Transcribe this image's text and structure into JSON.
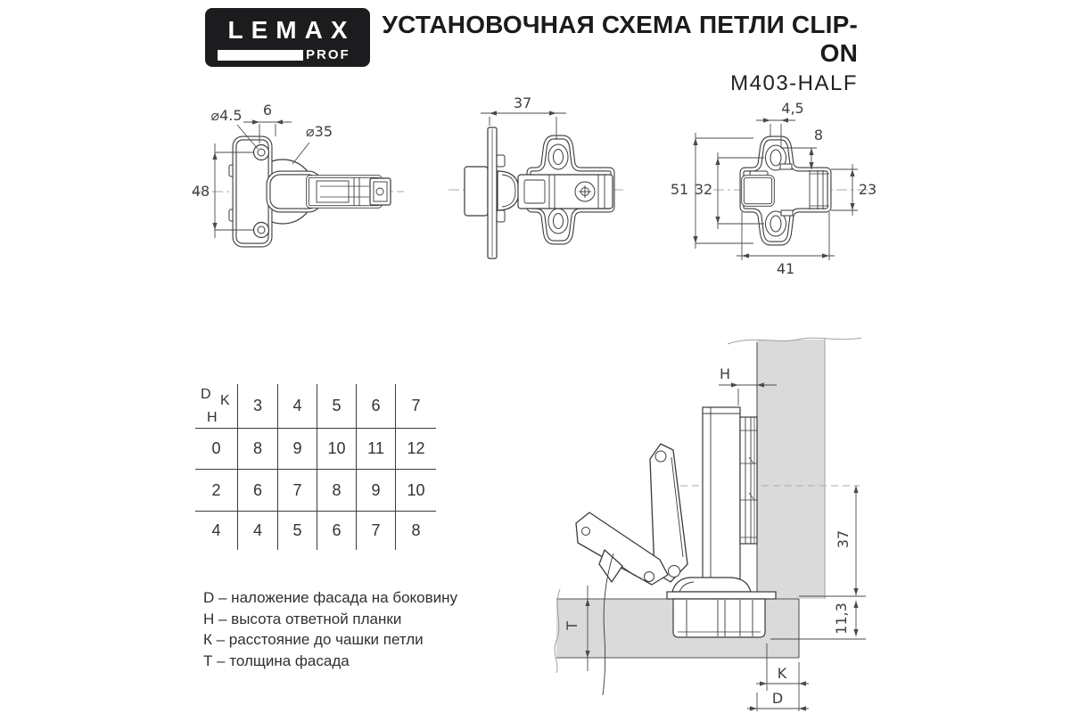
{
  "header": {
    "brand": "LEMAX",
    "brand_sub": "PROF",
    "title": "УСТАНОВОЧНАЯ СХЕМА ПЕТЛИ CLIP-ON",
    "model": "M403-HALF"
  },
  "drawings": {
    "top_view": {
      "screw_dia": "⌀4.5",
      "hole_offset": "6",
      "cup_dia": "⌀35",
      "hole_spacing": "48"
    },
    "mounted_view": {
      "plate_distance": "37"
    },
    "plate_view": {
      "slot_width": "4,5",
      "slot_offset": "8",
      "plate_height": "51",
      "hole_spacing": "32",
      "body_height": "23",
      "plate_width": "41"
    },
    "section_view": {
      "plate_height": "H",
      "axis_to_front": "37",
      "cup_depth": "11,3",
      "thickness": "T",
      "cup_distance": "K",
      "overlay": "D"
    }
  },
  "table": {
    "corner": {
      "d": "D",
      "k": "K",
      "h": "H"
    },
    "k_values": [
      "3",
      "4",
      "5",
      "6",
      "7"
    ],
    "rows": [
      {
        "h": "0",
        "values": [
          "8",
          "9",
          "10",
          "11",
          "12"
        ]
      },
      {
        "h": "2",
        "values": [
          "6",
          "7",
          "8",
          "9",
          "10"
        ]
      },
      {
        "h": "4",
        "values": [
          "4",
          "5",
          "6",
          "7",
          "8"
        ]
      }
    ]
  },
  "legend": {
    "items": [
      "D – наложение фасада на боковину",
      "H – высота ответной планки",
      "К – расстояние до чашки петли",
      "Т – толщина фасада"
    ]
  },
  "colors": {
    "line": "#3a3a3a",
    "panel_fill": "#dadada",
    "logo_bg": "#1c1c1e"
  }
}
